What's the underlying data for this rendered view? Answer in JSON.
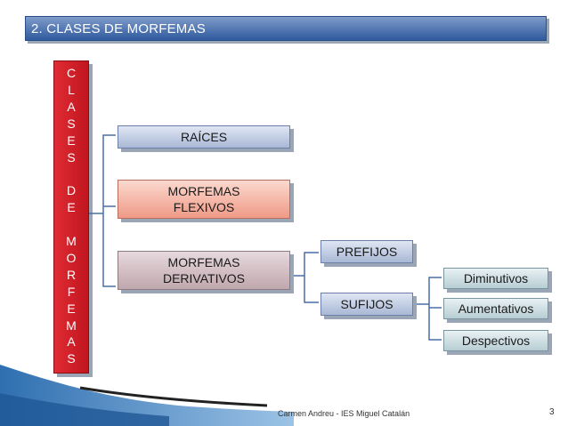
{
  "header": {
    "title": "2. CLASES DE MORFEMAS"
  },
  "sidebar": {
    "letters": [
      "C",
      "L",
      "A",
      "S",
      "E",
      "S",
      "",
      "D",
      "E",
      "",
      "M",
      "O",
      "R",
      "F",
      "E",
      "M",
      "A",
      "S"
    ]
  },
  "nodes": {
    "raices": "RAÍCES",
    "flexivos_line1": "MORFEMAS",
    "flexivos_line2": "FLEXIVOS",
    "derivativos_line1": "MORFEMAS",
    "derivativos_line2": "DERIVATIVOS",
    "prefijos": "PREFIJOS",
    "sufijos": "SUFIJOS",
    "diminutivos": "Diminutivos",
    "aumentativos": "Aumentativos",
    "despectivos": "Despectivos"
  },
  "footer": {
    "author": "Carmen Andreu - IES Miguel Catalán",
    "page": "3"
  },
  "colors": {
    "title_bar": "#2f5a9e",
    "vertical_bar": "#d0202a",
    "box_blue": "#a9b8d6",
    "box_salmon": "#ef9a86",
    "box_mauve": "#c0a7ae",
    "box_teal": "#b7ced4"
  }
}
